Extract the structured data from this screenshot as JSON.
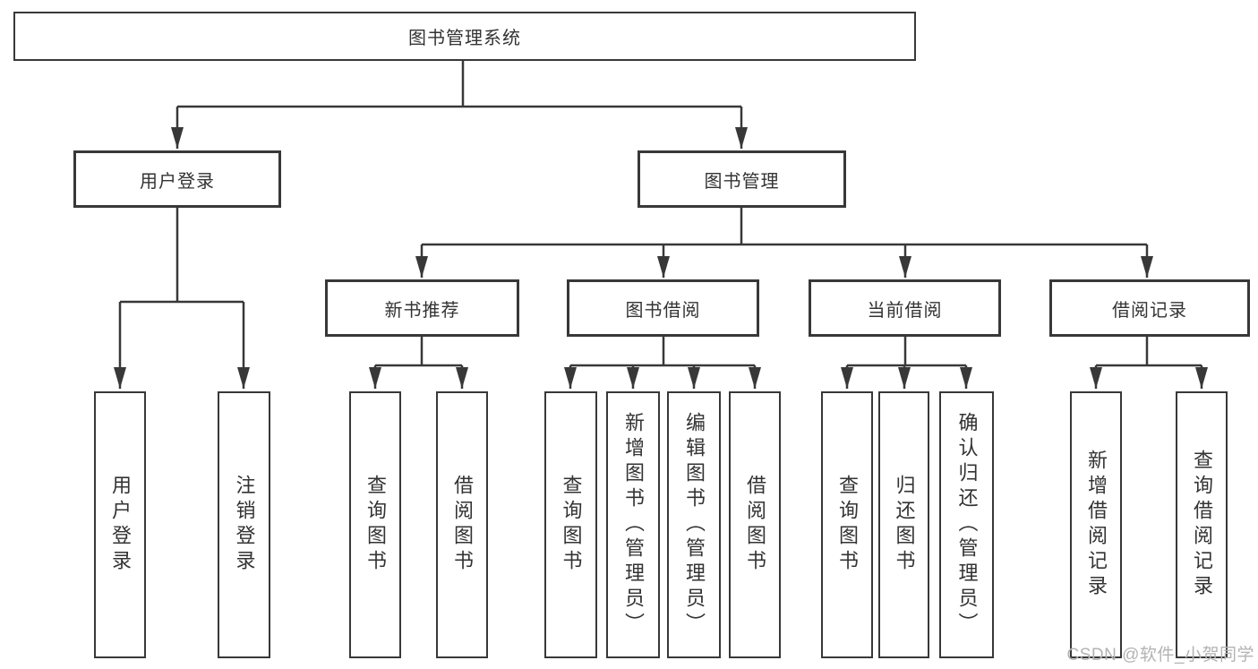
{
  "diagram": {
    "type": "hierarchy",
    "tree": {
      "root": "图书管理系统",
      "children": [
        {
          "label": "用户登录",
          "children": [
            {
              "label": "用户登录"
            },
            {
              "label": "注销登录"
            }
          ]
        },
        {
          "label": "图书管理",
          "children": [
            {
              "label": "新书推荐",
              "children": [
                {
                  "label": "查询图书"
                },
                {
                  "label": "借阅图书"
                }
              ]
            },
            {
              "label": "图书借阅",
              "children": [
                {
                  "label": "查询图书"
                },
                {
                  "label": "新增图书（管理员）"
                },
                {
                  "label": "编辑图书（管理员）"
                },
                {
                  "label": "借阅图书"
                }
              ]
            },
            {
              "label": "当前借阅",
              "children": [
                {
                  "label": "查询图书"
                },
                {
                  "label": "归还图书"
                },
                {
                  "label": "确认归还（管理员）"
                }
              ]
            },
            {
              "label": "借阅记录",
              "children": [
                {
                  "label": "新增借阅记录"
                },
                {
                  "label": "查询借阅记录"
                }
              ]
            }
          ]
        }
      ]
    },
    "icons": {
      "arrowhead": "arrow-down"
    },
    "colors": {
      "line": "#383838",
      "text": "#333333",
      "box_fill": "#ffffff",
      "background": "#ffffff",
      "watermark": "#b3b3b3"
    }
  },
  "watermark": {
    "text": "CSDN @软件_小贺同学"
  }
}
